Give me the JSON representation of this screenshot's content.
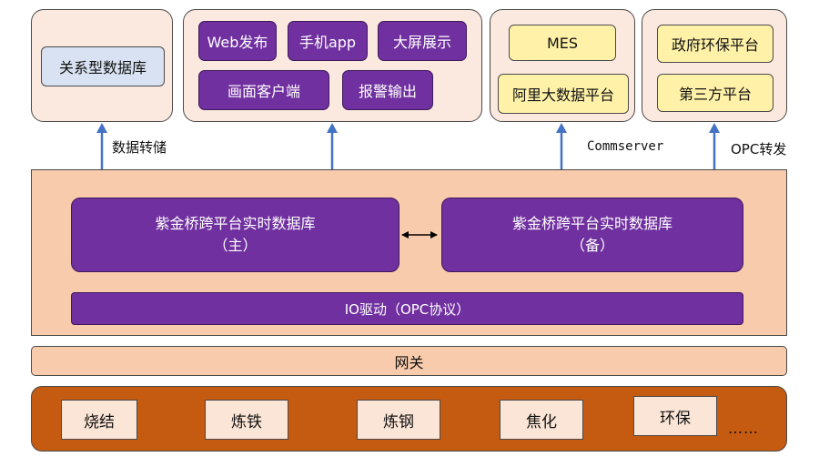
{
  "top": {
    "relational": {
      "label": "关系型数据库"
    },
    "clients": {
      "items": [
        "Web发布",
        "手机app",
        "大屏展示",
        "画面客户端",
        "报警输出"
      ]
    },
    "third": {
      "items": [
        "MES",
        "阿里大数据平台"
      ]
    },
    "gov": {
      "items": [
        "政府环保平台",
        "第三方平台"
      ]
    }
  },
  "connectors": {
    "data_store": "数据转储",
    "commserver": "Commserver",
    "opc_forward": "OPC转发"
  },
  "middle": {
    "db_primary": {
      "line1": "紫金桥跨平台实时数据库",
      "line2": "（主）"
    },
    "db_backup": {
      "line1": "紫金桥跨平台实时数据库",
      "line2": "（备）"
    },
    "io_driver": "IO驱动（OPC协议）"
  },
  "gateway": "网关",
  "bottom": {
    "items": [
      "烧结",
      "炼铁",
      "炼钢",
      "焦化",
      "环保"
    ],
    "more": "……"
  },
  "colors": {
    "purple": "#7030a0",
    "peach": "#f8cbad",
    "light_peach": "#fbe9df",
    "blue_box": "#d9e2f2",
    "yellow_box": "#fff2a8",
    "rust": "#c55a11",
    "arrow": "#4472c4"
  }
}
